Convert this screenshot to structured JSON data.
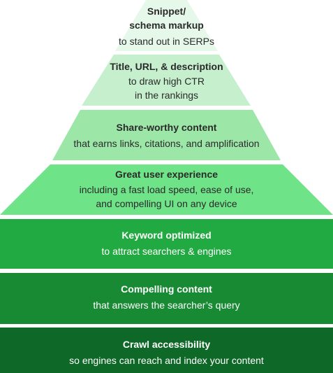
{
  "levels": [
    {
      "title": "Snippet/",
      "title2": "schema markup",
      "sub": "to stand out in SERPs",
      "sub2": "",
      "fill": "#e6f8e9"
    },
    {
      "title": "Title, URL, & description",
      "title2": "",
      "sub": "to draw high CTR",
      "sub2": "in the rankings",
      "fill": "#c6f0cd"
    },
    {
      "title": "Share-worthy content",
      "title2": "",
      "sub": "that earns links, citations, and amplification",
      "sub2": "",
      "fill": "#9ce7a8"
    },
    {
      "title": "Great user experience",
      "title2": "",
      "sub": "including a fast load speed, ease of use,",
      "sub2": "and compelling UI on any device",
      "fill": "#6ee387"
    },
    {
      "title": "Keyword optimized",
      "title2": "",
      "sub": "to attract searchers & engines",
      "sub2": "",
      "fill": "#22aa42"
    },
    {
      "title": "Compelling content",
      "title2": "",
      "sub": "that answers the searcher’s query",
      "sub2": "",
      "fill": "#188a33"
    },
    {
      "title": "Crawl accessibility",
      "title2": "",
      "sub": "so engines can reach and index your content",
      "sub2": "",
      "fill": "#0e6827"
    }
  ]
}
